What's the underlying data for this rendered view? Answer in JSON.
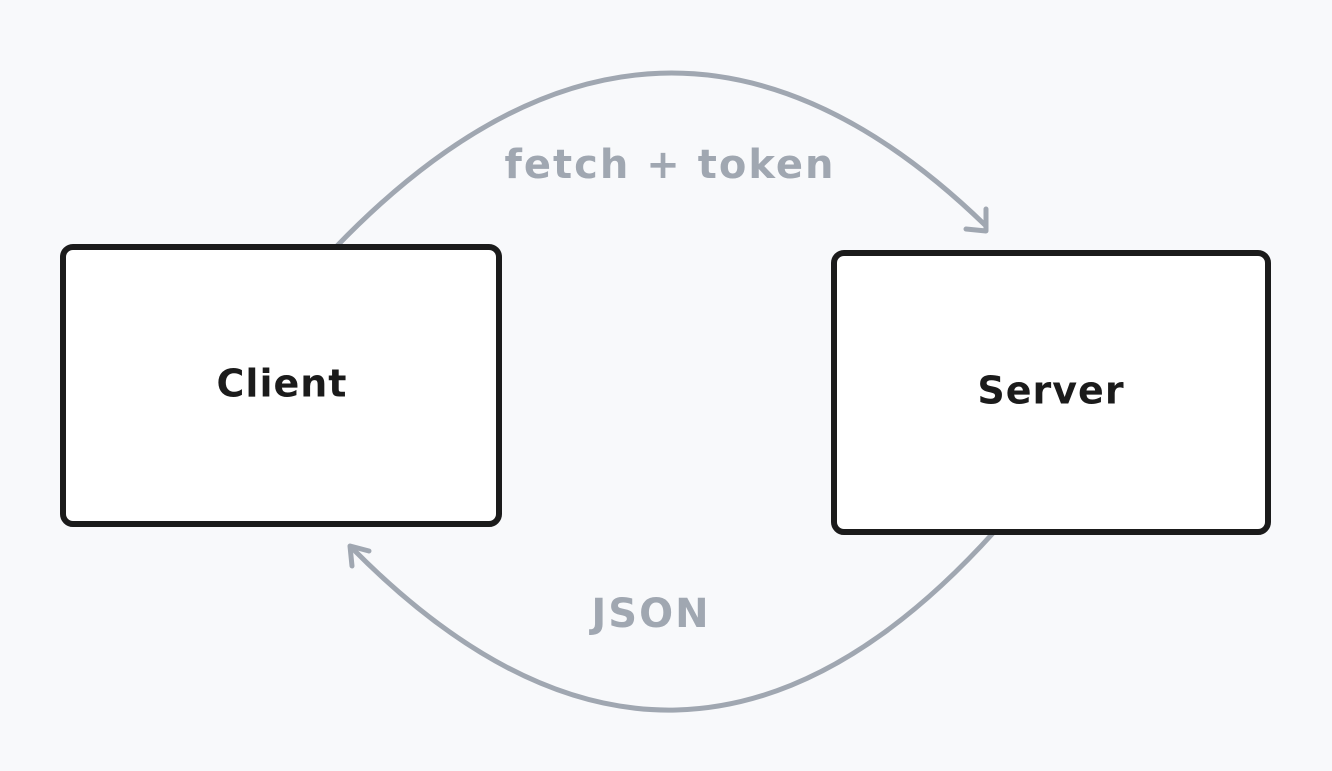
{
  "diagram": {
    "nodes": {
      "client": {
        "label": "Client"
      },
      "server": {
        "label": "Server"
      }
    },
    "edges": {
      "request": {
        "label": "fetch + token",
        "from": "client",
        "to": "server"
      },
      "response": {
        "label": "JSON",
        "from": "server",
        "to": "client"
      }
    }
  },
  "colors": {
    "background": "#f8f9fb",
    "node_stroke": "#1b1b1b",
    "node_fill": "#ffffff",
    "node_text": "#1b1b1b",
    "edge_stroke": "#a0a7b1",
    "edge_text": "#a0a7b1"
  }
}
